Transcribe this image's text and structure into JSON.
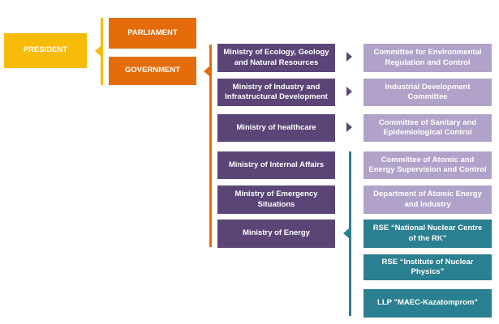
{
  "president": "PRESIDENT",
  "parliament": "PARLIAMENT",
  "government": "GOVERNMENT",
  "ministries": [
    "Ministry of Ecology, Geology and Natural Resources",
    "Ministry of Industry and Infrastructural Development",
    "Ministry of healthcare",
    "Ministry of Internal Affairs",
    "Ministry of Emergency Situations",
    "Ministry of Energy"
  ],
  "committees": [
    "Committee for Environmental Regulation and Control",
    "Industrial Development Committee",
    "Committee of Sanitary and Epidemiological Control",
    "Committee of Atomic and Energy Supervision and Control",
    "Department of Atomic Energy and Industry"
  ],
  "organizations": [
    "RSE “National Nuclear Centre of the RK”",
    "RSE “Institute of Nuclear Physics”",
    "LLP \"MAEC-Kazatomprom\""
  ],
  "colors": {
    "yellow": "#f7bb0a",
    "orange": "#e46c0a",
    "purple": "#5b4577",
    "lilac": "#b1a2c9",
    "teal": "#2a7f90"
  }
}
